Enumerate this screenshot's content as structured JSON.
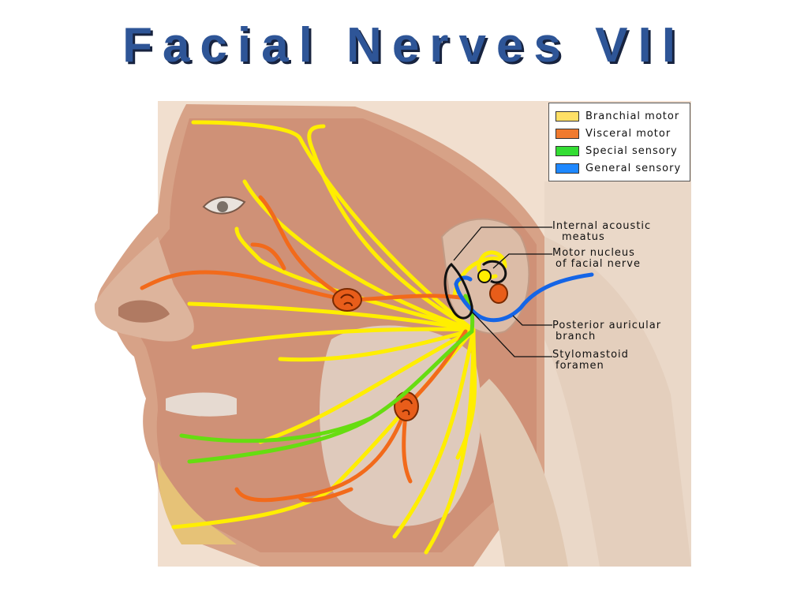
{
  "title": "Facial Nerves VII",
  "legend": [
    {
      "label": "Branchial motor",
      "color": "#ffe066"
    },
    {
      "label": "Visceral motor",
      "color": "#f07a2e"
    },
    {
      "label": "Special sensory",
      "color": "#33dd33"
    },
    {
      "label": "General sensory",
      "color": "#1e88ff"
    }
  ],
  "labels": {
    "internal_acoustic_1": "Internal acoustic",
    "internal_acoustic_2": "meatus",
    "motor_nucleus_1": "Motor nucleus",
    "motor_nucleus_2": "of facial nerve",
    "posterior_auricular_1": "Posterior auricular",
    "posterior_auricular_2": "branch",
    "stylomastoid_1": "Stylomastoid",
    "stylomastoid_2": "foramen"
  },
  "colors": {
    "branchial": "#ffee00",
    "visceral": "#f26a1b",
    "special": "#66dd11",
    "general": "#1565e6",
    "ganglion": "#e85d1a",
    "skin": "#e8cdb4",
    "muscle": "#c8846a"
  }
}
